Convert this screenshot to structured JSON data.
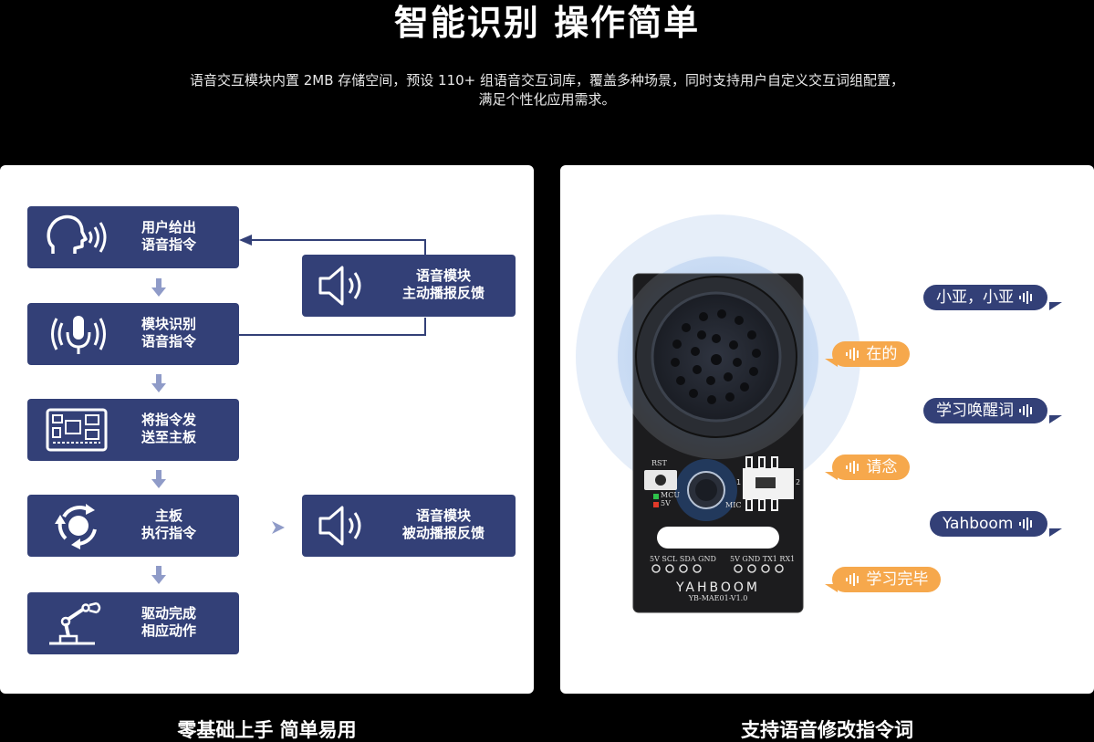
{
  "header": {
    "title": "智能识别 操作简单",
    "description_line1": "语音交互模块内置 2MB 存储空间，预设 110+ 组语音交互词库，覆盖多种场景，同时支持用户自定义交互词组配置，",
    "description_line2": "满足个性化应用需求。"
  },
  "flow": {
    "steps": [
      {
        "line1": "用户给出",
        "line2": "语音指令",
        "icon": "speaking-head-icon"
      },
      {
        "line1": "模块识别",
        "line2": "语音指令",
        "icon": "microphone-icon"
      },
      {
        "line1": "将指令发",
        "line2": "送至主板",
        "icon": "circuit-board-icon"
      },
      {
        "line1": "主板",
        "line2": "执行指令",
        "icon": "rotate-cycle-icon"
      },
      {
        "line1": "驱动完成",
        "line2": "相应动作",
        "icon": "robot-arm-icon"
      }
    ],
    "feedback_active": {
      "line1": "语音模块",
      "line2": "主动播报反馈",
      "icon": "speaker-icon"
    },
    "feedback_passive": {
      "line1": "语音模块",
      "line2": "被动播报反馈",
      "icon": "speaker-icon"
    }
  },
  "device": {
    "rst_label": "RST",
    "mcu_label": "MCU",
    "v5_label": "5V",
    "mic_label": "MIC",
    "switch_1": "1",
    "switch_2": "2",
    "pins_left": "5V SCL SDA GND",
    "pins_right": "5V GND TX1 RX1",
    "brand": "YAHBOOM",
    "model": "YB-MAE01-V1.0"
  },
  "dialog": [
    {
      "text": "小亚，小亚",
      "speaker": "user"
    },
    {
      "text": "在的",
      "speaker": "module"
    },
    {
      "text": "学习唤醒词",
      "speaker": "user"
    },
    {
      "text": "请念",
      "speaker": "module"
    },
    {
      "text": "Yahboom",
      "speaker": "user"
    },
    {
      "text": "学习完毕",
      "speaker": "module"
    }
  ],
  "captions": {
    "left": "零基础上手 简单易用",
    "right": "支持语音修改指令词"
  },
  "colors": {
    "box_blue": "#334077",
    "bubble_orange": "#f6a84c",
    "arrow_light": "#8f9bc8"
  }
}
